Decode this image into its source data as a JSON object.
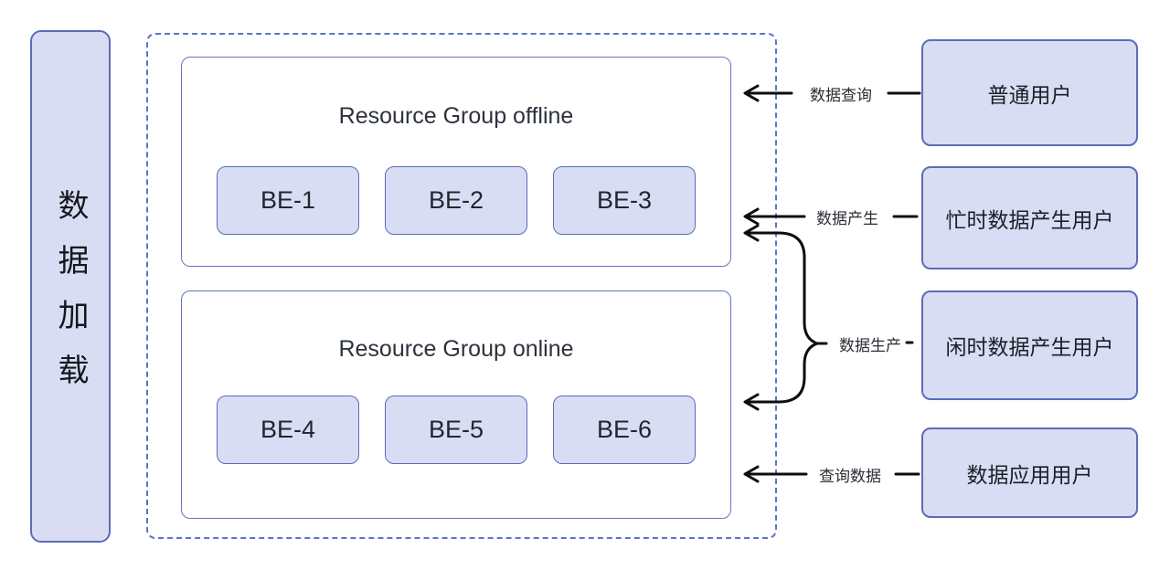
{
  "sidebar": {
    "label": "数据加载"
  },
  "cluster": {
    "groups": [
      {
        "title": "Resource Group offline",
        "nodes": [
          "BE-1",
          "BE-2",
          "BE-3"
        ]
      },
      {
        "title": "Resource Group online",
        "nodes": [
          "BE-4",
          "BE-5",
          "BE-6"
        ]
      }
    ]
  },
  "flows": [
    {
      "label": "数据查询",
      "user": "普通用户"
    },
    {
      "label": "数据产生",
      "user": "忙时数据产生用户"
    },
    {
      "label": "数据生产",
      "user": "闲时数据产生用户"
    },
    {
      "label": "查询数据",
      "user": "数据应用用户"
    }
  ],
  "colors": {
    "box-fill": "#d9ddf4",
    "box-border": "#5b6cb8",
    "group-border": "#6577c0",
    "dash-border": "#5c74c6",
    "arrow": "#0d0d0d"
  }
}
